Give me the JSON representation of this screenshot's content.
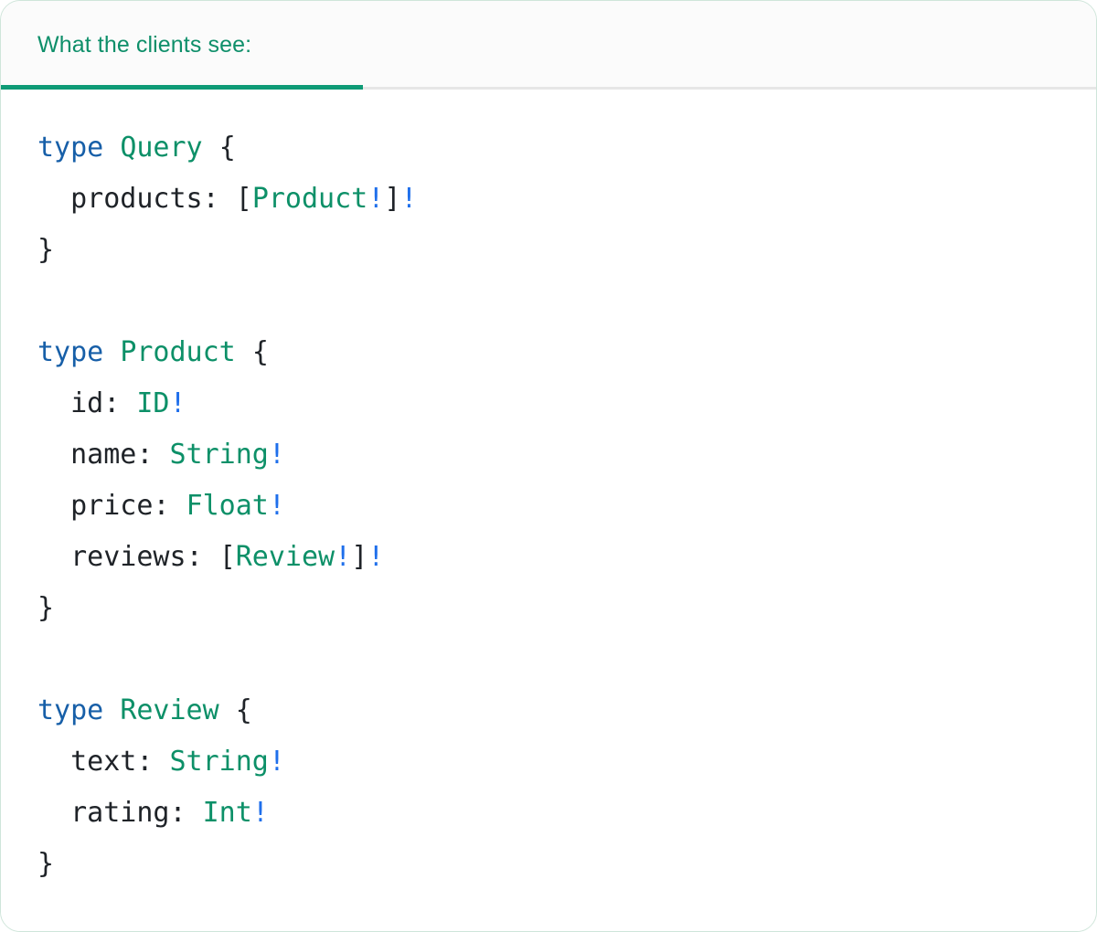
{
  "card": {
    "accent_green": "#0e9b76",
    "header_text_green": "#0e8f6a",
    "border_color": "#cfe5da",
    "header_background": "#fbfbfb",
    "body_background": "#ffffff"
  },
  "tab": {
    "label": "What the clients see:",
    "active": true
  },
  "syntax_colors": {
    "keyword": "#175fa8",
    "type_name": "#0d9068",
    "field_name": "#1f2328",
    "punctuation": "#1f2328",
    "non_null_bang": "#1f6feb"
  },
  "code": {
    "language": "graphql",
    "raw": "type Query {\n  products: [Product!]!\n}\n\ntype Product {\n  id: ID!\n  name: String!\n  price: Float!\n  reviews: [Review!]!\n}\n\ntype Review {\n  text: String!\n  rating: Int!\n}",
    "lines": [
      {
        "parts": [
          {
            "t": "type",
            "c": "kw"
          },
          {
            "t": " ",
            "c": "punct"
          },
          {
            "t": "Query",
            "c": "type"
          },
          {
            "t": " ",
            "c": "punct"
          },
          {
            "t": "{",
            "c": "brace"
          }
        ]
      },
      {
        "parts": [
          {
            "t": "  products",
            "c": "field"
          },
          {
            "t": ": ",
            "c": "punct"
          },
          {
            "t": "[",
            "c": "bracket"
          },
          {
            "t": "Product",
            "c": "type"
          },
          {
            "t": "!",
            "c": "bang"
          },
          {
            "t": "]",
            "c": "bracket"
          },
          {
            "t": "!",
            "c": "bang"
          }
        ]
      },
      {
        "parts": [
          {
            "t": "}",
            "c": "brace"
          }
        ]
      },
      {
        "parts": []
      },
      {
        "parts": [
          {
            "t": "type",
            "c": "kw"
          },
          {
            "t": " ",
            "c": "punct"
          },
          {
            "t": "Product",
            "c": "type"
          },
          {
            "t": " ",
            "c": "punct"
          },
          {
            "t": "{",
            "c": "brace"
          }
        ]
      },
      {
        "parts": [
          {
            "t": "  id",
            "c": "field"
          },
          {
            "t": ": ",
            "c": "punct"
          },
          {
            "t": "ID",
            "c": "type"
          },
          {
            "t": "!",
            "c": "bang"
          }
        ]
      },
      {
        "parts": [
          {
            "t": "  name",
            "c": "field"
          },
          {
            "t": ": ",
            "c": "punct"
          },
          {
            "t": "String",
            "c": "type"
          },
          {
            "t": "!",
            "c": "bang"
          }
        ]
      },
      {
        "parts": [
          {
            "t": "  price",
            "c": "field"
          },
          {
            "t": ": ",
            "c": "punct"
          },
          {
            "t": "Float",
            "c": "type"
          },
          {
            "t": "!",
            "c": "bang"
          }
        ]
      },
      {
        "parts": [
          {
            "t": "  reviews",
            "c": "field"
          },
          {
            "t": ": ",
            "c": "punct"
          },
          {
            "t": "[",
            "c": "bracket"
          },
          {
            "t": "Review",
            "c": "type"
          },
          {
            "t": "!",
            "c": "bang"
          },
          {
            "t": "]",
            "c": "bracket"
          },
          {
            "t": "!",
            "c": "bang"
          }
        ]
      },
      {
        "parts": [
          {
            "t": "}",
            "c": "brace"
          }
        ]
      },
      {
        "parts": []
      },
      {
        "parts": [
          {
            "t": "type",
            "c": "kw"
          },
          {
            "t": " ",
            "c": "punct"
          },
          {
            "t": "Review",
            "c": "type"
          },
          {
            "t": " ",
            "c": "punct"
          },
          {
            "t": "{",
            "c": "brace"
          }
        ]
      },
      {
        "parts": [
          {
            "t": "  text",
            "c": "field"
          },
          {
            "t": ": ",
            "c": "punct"
          },
          {
            "t": "String",
            "c": "type"
          },
          {
            "t": "!",
            "c": "bang"
          }
        ]
      },
      {
        "parts": [
          {
            "t": "  rating",
            "c": "field"
          },
          {
            "t": ": ",
            "c": "punct"
          },
          {
            "t": "Int",
            "c": "type"
          },
          {
            "t": "!",
            "c": "bang"
          }
        ]
      },
      {
        "parts": [
          {
            "t": "}",
            "c": "brace"
          }
        ]
      }
    ]
  }
}
